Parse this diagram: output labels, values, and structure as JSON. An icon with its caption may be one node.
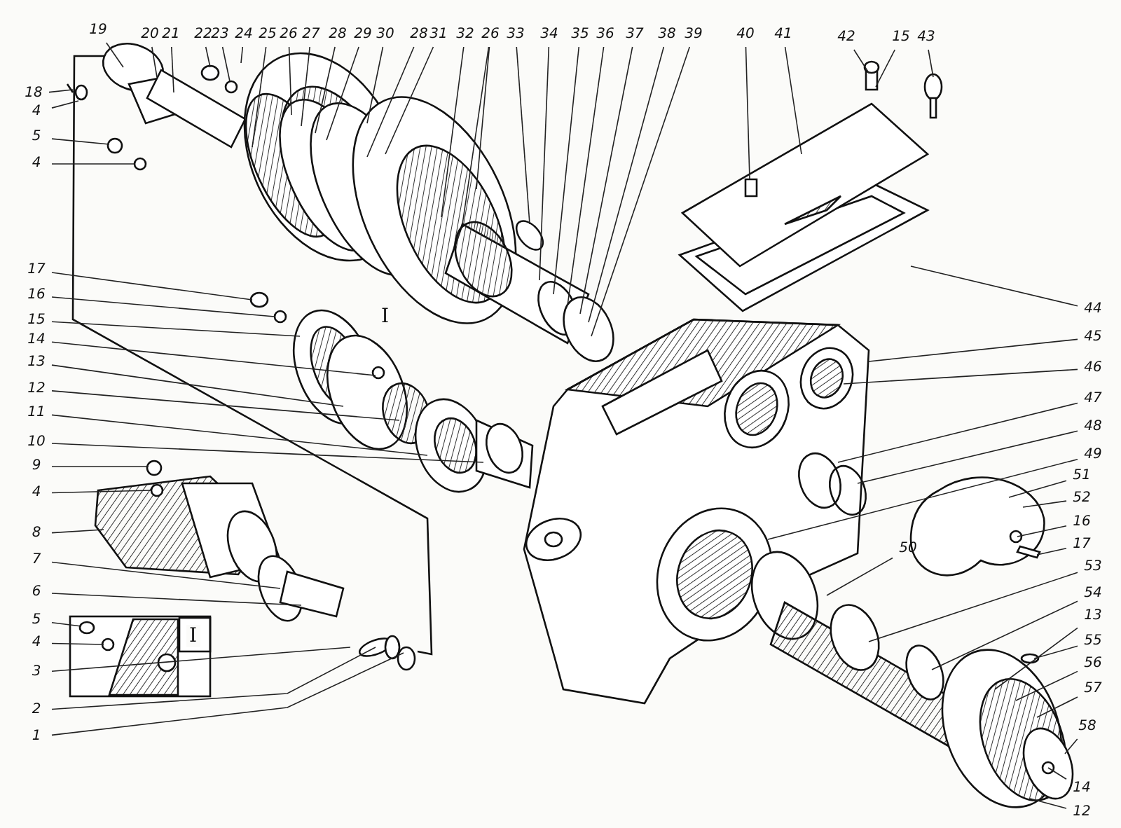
{
  "diagram": {
    "nodes": [
      {
        "text": [
          "19"
        ]
      },
      {
        "text": [
          "20"
        ]
      },
      {
        "text": [
          "21"
        ]
      },
      {
        "text": [
          "22"
        ]
      },
      {
        "text": [
          "23"
        ]
      },
      {
        "text": [
          "24"
        ]
      },
      {
        "text": [
          "25"
        ]
      },
      {
        "text": [
          "26"
        ]
      },
      {
        "text": [
          "27"
        ]
      },
      {
        "text": [
          "28"
        ]
      },
      {
        "text": [
          "29"
        ]
      },
      {
        "text": [
          "30"
        ]
      },
      {
        "text": [
          "28"
        ]
      },
      {
        "text": [
          "31"
        ]
      },
      {
        "text": [
          "32"
        ]
      },
      {
        "text": [
          "26"
        ]
      },
      {
        "text": [
          "33"
        ]
      },
      {
        "text": [
          "34"
        ]
      },
      {
        "text": [
          "35"
        ]
      },
      {
        "text": [
          "36"
        ]
      },
      {
        "text": [
          "37"
        ]
      },
      {
        "text": [
          "38"
        ]
      },
      {
        "text": [
          "39"
        ]
      },
      {
        "text": [
          "40"
        ]
      },
      {
        "text": [
          "41"
        ]
      },
      {
        "text": [
          "42"
        ]
      },
      {
        "text": [
          "15"
        ]
      },
      {
        "text": [
          "43"
        ]
      },
      {
        "text": [
          "18"
        ]
      },
      {
        "text": [
          "4"
        ]
      },
      {
        "text": [
          "5"
        ]
      },
      {
        "text": [
          "4"
        ]
      },
      {
        "text": [
          "17"
        ]
      },
      {
        "text": [
          "16"
        ]
      },
      {
        "text": [
          "15"
        ]
      },
      {
        "text": [
          "14"
        ]
      },
      {
        "text": [
          "13"
        ]
      },
      {
        "text": [
          "12"
        ]
      },
      {
        "text": [
          "11"
        ]
      },
      {
        "text": [
          "10"
        ]
      },
      {
        "text": [
          "9"
        ]
      },
      {
        "text": [
          "4"
        ]
      },
      {
        "text": [
          "8"
        ]
      },
      {
        "text": [
          "7"
        ]
      },
      {
        "text": [
          "6"
        ]
      },
      {
        "text": [
          "5"
        ]
      },
      {
        "text": [
          "4"
        ]
      },
      {
        "text": [
          "3"
        ]
      },
      {
        "text": [
          "2"
        ]
      },
      {
        "text": [
          "1"
        ]
      },
      {
        "text": [
          "44"
        ]
      },
      {
        "text": [
          "45"
        ]
      },
      {
        "text": [
          "46"
        ]
      },
      {
        "text": [
          "47"
        ]
      },
      {
        "text": [
          "48"
        ]
      },
      {
        "text": [
          "49"
        ]
      },
      {
        "text": [
          "51"
        ]
      },
      {
        "text": [
          "52"
        ]
      },
      {
        "text": [
          "16"
        ]
      },
      {
        "text": [
          "17"
        ]
      },
      {
        "text": [
          "50"
        ]
      },
      {
        "text": [
          "53"
        ]
      },
      {
        "text": [
          "54"
        ]
      },
      {
        "text": [
          "13"
        ]
      },
      {
        "text": [
          "55"
        ]
      },
      {
        "text": [
          "56"
        ]
      },
      {
        "text": [
          "57"
        ]
      },
      {
        "text": [
          "58"
        ]
      },
      {
        "text": [
          "14"
        ]
      },
      {
        "text": [
          "12"
        ]
      }
    ],
    "edges": [
      {
        "from": 0,
        "to": null,
        "arrow": "none"
      },
      {
        "from": 1,
        "to": null,
        "arrow": "none"
      },
      {
        "from": 2,
        "to": null,
        "arrow": "none"
      },
      {
        "from": 3,
        "to": null,
        "arrow": "none"
      },
      {
        "from": 4,
        "to": null,
        "arrow": "none"
      },
      {
        "from": 5,
        "to": null,
        "arrow": "none"
      },
      {
        "from": 6,
        "to": null,
        "arrow": "none"
      },
      {
        "from": 7,
        "to": null,
        "arrow": "none"
      },
      {
        "from": 8,
        "to": null,
        "arrow": "none"
      },
      {
        "from": 9,
        "to": null,
        "arrow": "none"
      },
      {
        "from": 10,
        "to": null,
        "arrow": "none"
      },
      {
        "from": 11,
        "to": null,
        "arrow": "none"
      },
      {
        "from": 12,
        "to": null,
        "arrow": "none"
      },
      {
        "from": 13,
        "to": null,
        "arrow": "none"
      },
      {
        "from": 14,
        "to": null,
        "arrow": "none"
      },
      {
        "from": 15,
        "to": null,
        "arrow": "none"
      },
      {
        "from": 16,
        "to": null,
        "arrow": "none"
      },
      {
        "from": 17,
        "to": null,
        "arrow": "none"
      },
      {
        "from": 18,
        "to": null,
        "arrow": "none"
      },
      {
        "from": 19,
        "to": null,
        "arrow": "none"
      },
      {
        "from": 20,
        "to": null,
        "arrow": "none"
      },
      {
        "from": 21,
        "to": null,
        "arrow": "none"
      },
      {
        "from": 22,
        "to": null,
        "arrow": "none"
      },
      {
        "from": 23,
        "to": null,
        "arrow": "none"
      },
      {
        "from": 24,
        "to": null,
        "arrow": "none"
      },
      {
        "from": 25,
        "to": null,
        "arrow": "none"
      },
      {
        "from": 26,
        "to": null,
        "arrow": "none"
      },
      {
        "from": 27,
        "to": null,
        "arrow": "none"
      },
      {
        "from": 28,
        "to": null,
        "arrow": "none"
      },
      {
        "from": 29,
        "to": null,
        "arrow": "none"
      },
      {
        "from": 30,
        "to": null,
        "arrow": "none"
      },
      {
        "from": 31,
        "to": null,
        "arrow": "none"
      },
      {
        "from": 32,
        "to": null,
        "arrow": "none"
      },
      {
        "from": 33,
        "to": null,
        "arrow": "none"
      },
      {
        "from": 34,
        "to": null,
        "arrow": "none"
      },
      {
        "from": 35,
        "to": null,
        "arrow": "none"
      },
      {
        "from": 36,
        "to": null,
        "arrow": "none"
      },
      {
        "from": 37,
        "to": null,
        "arrow": "none"
      },
      {
        "from": 38,
        "to": null,
        "arrow": "none"
      },
      {
        "from": 39,
        "to": null,
        "arrow": "none"
      },
      {
        "from": 40,
        "to": null,
        "arrow": "none"
      },
      {
        "from": 41,
        "to": null,
        "arrow": "none"
      },
      {
        "from": 42,
        "to": null,
        "arrow": "none"
      },
      {
        "from": 43,
        "to": null,
        "arrow": "none"
      },
      {
        "from": 44,
        "to": null,
        "arrow": "none"
      },
      {
        "from": 45,
        "to": null,
        "arrow": "none"
      },
      {
        "from": 46,
        "to": null,
        "arrow": "none"
      },
      {
        "from": 47,
        "to": null,
        "arrow": "none"
      },
      {
        "from": 48,
        "to": null,
        "arrow": "none"
      },
      {
        "from": 49,
        "to": null,
        "arrow": "none"
      },
      {
        "from": 50,
        "to": null,
        "arrow": "none"
      },
      {
        "from": 51,
        "to": null,
        "arrow": "none"
      },
      {
        "from": 52,
        "to": null,
        "arrow": "none"
      },
      {
        "from": 53,
        "to": null,
        "arrow": "none"
      },
      {
        "from": 54,
        "to": null,
        "arrow": "none"
      },
      {
        "from": 55,
        "to": null,
        "arrow": "none"
      },
      {
        "from": 56,
        "to": null,
        "arrow": "none"
      },
      {
        "from": 57,
        "to": null,
        "arrow": "none"
      },
      {
        "from": 58,
        "to": null,
        "arrow": "none"
      },
      {
        "from": 59,
        "to": null,
        "arrow": "none"
      },
      {
        "from": 60,
        "to": null,
        "arrow": "none"
      },
      {
        "from": 61,
        "to": null,
        "arrow": "none"
      },
      {
        "from": 62,
        "to": null,
        "arrow": "none"
      },
      {
        "from": 63,
        "to": null,
        "arrow": "none"
      },
      {
        "from": 64,
        "to": null,
        "arrow": "none"
      },
      {
        "from": 65,
        "to": null,
        "arrow": "none"
      },
      {
        "from": 66,
        "to": null,
        "arrow": "none"
      },
      {
        "from": 67,
        "to": null,
        "arrow": "none"
      },
      {
        "from": 68,
        "to": null,
        "arrow": "none"
      },
      {
        "from": 69,
        "to": null,
        "arrow": "none"
      },
      {
        "from": 15,
        "to": null,
        "arrow": "none"
      }
    ],
    "labels": [
      "I",
      "I"
    ]
  }
}
